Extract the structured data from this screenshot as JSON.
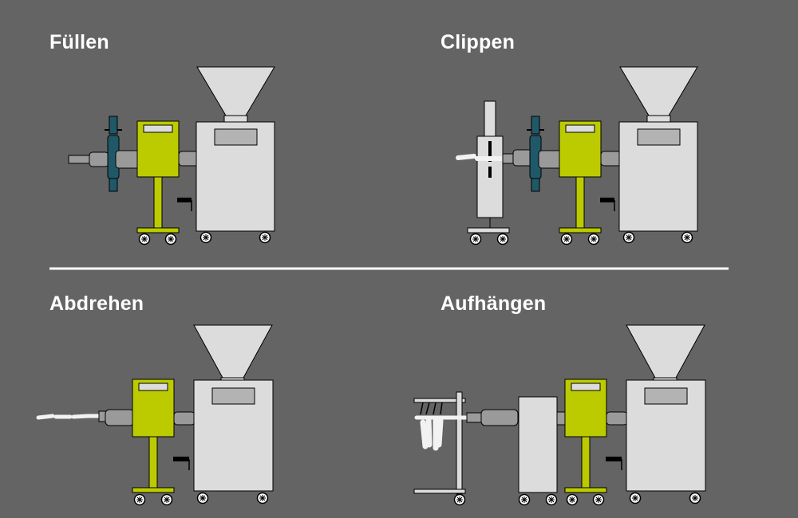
{
  "panels": [
    {
      "key": "fill",
      "title": "Füllen"
    },
    {
      "key": "clip",
      "title": "Clippen"
    },
    {
      "key": "twist",
      "title": "Abdrehen"
    },
    {
      "key": "hang",
      "title": "Aufhängen"
    }
  ],
  "colors": {
    "background": "#646464",
    "machine_body": "#dcdcdc",
    "outline": "#000000",
    "dispenser": "#bccb00",
    "clipper_blue": "#1f5868",
    "pipe_gray": "#9a9a9a",
    "divider": "#ffffff"
  },
  "icons": {
    "wheel": "caster-wheel-icon",
    "hopper": "funnel-hopper-icon",
    "lever": "crank-lever-icon"
  }
}
